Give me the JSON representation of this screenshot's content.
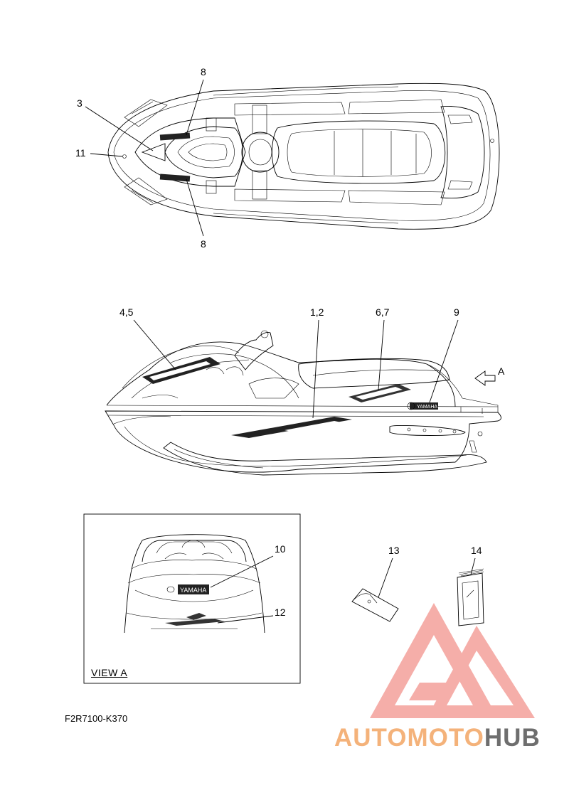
{
  "callouts": {
    "top": [
      "8",
      "3",
      "11",
      "8"
    ],
    "side": [
      "4,5",
      "1,2",
      "6,7",
      "9"
    ],
    "view_arrow": "A",
    "view_a": [
      "10",
      "12"
    ],
    "loose": [
      "13",
      "14"
    ]
  },
  "view_a_title": "VIEW A",
  "part_code": "F2R7100-K370",
  "decals": {
    "yamaha": "YAMAHA"
  },
  "watermark": {
    "auto": "AUTO",
    "moto": "MOTO",
    "hub": "HUB"
  },
  "colors": {
    "watermark_red": "#f08a86",
    "watermark_orange": "#f4b27a",
    "watermark_gray": "#6e6e6e"
  }
}
